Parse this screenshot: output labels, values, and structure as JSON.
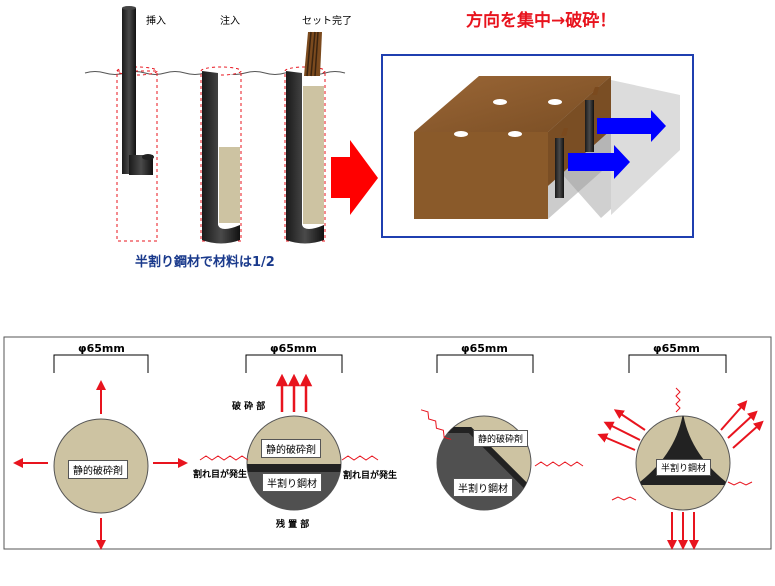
{
  "top": {
    "step_labels": [
      "挿入",
      "注入",
      "セット完了"
    ],
    "headline": "方向を集中→破砕！",
    "caption": "半割り鋼材で材料は1/2"
  },
  "bottom": {
    "diameter_label": "φ65mm",
    "agent_label": "静的破砕剤",
    "steel_label": "半割り鋼材",
    "crush_zone": "破 砕 部",
    "remain_zone": "残 置 部",
    "crack_label": "割れ目が発生"
  },
  "colors": {
    "accent_red": "#e8141e",
    "caption_blue": "#1a3a8c",
    "circle_fill": "#cdc3a2",
    "steel_dark": "#3a3a3a",
    "soil_brown": "#8b5a2b",
    "frame_blue": "#1f3fb0"
  }
}
